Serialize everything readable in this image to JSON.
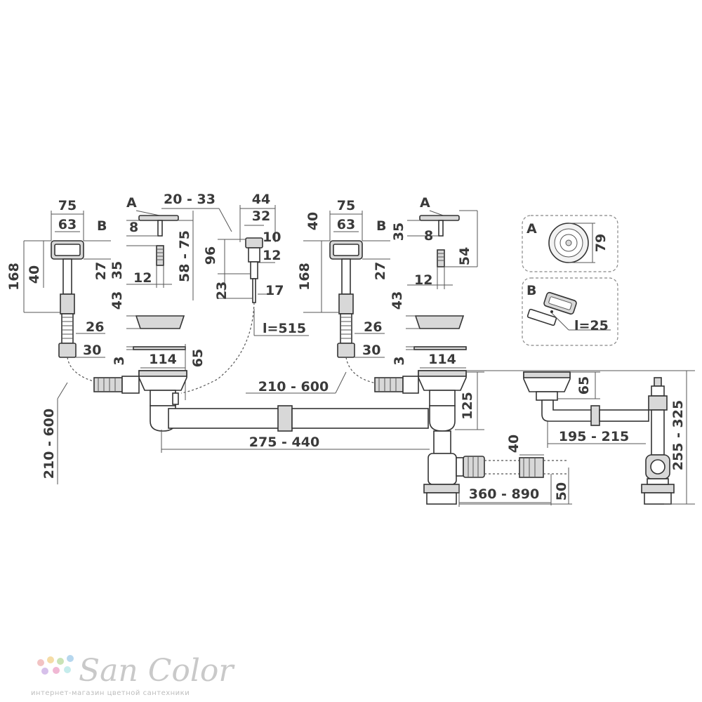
{
  "diagram": {
    "left_bowl": {
      "dim_overflow_width_outer": "75",
      "dim_overflow_width_inner": "63",
      "label_overflow": "B",
      "dim_overflow_height_total": "168",
      "dim_overflow_height": "40",
      "dim_overflow_27": "27",
      "dim_overflow_35": "35",
      "dim_hose_26": "26",
      "dim_hose_30": "30",
      "dim_hose_length": "210 - 600",
      "label_plug": "A",
      "dim_plug_8": "8",
      "dim_screw_12": "12",
      "dim_screw_range": "58 - 75",
      "dim_strainer_43": "43",
      "dim_gasket_3": "3",
      "dim_drain_114": "114",
      "dim_drain_65": "65"
    },
    "popup": {
      "dim_range": "20 - 33",
      "dim_44": "44",
      "dim_32": "32",
      "dim_10": "10",
      "dim_96": "96",
      "dim_12": "12",
      "dim_23": "23",
      "dim_17": "17",
      "dim_cable": "l=515"
    },
    "right_bowl": {
      "dim_40": "40",
      "dim_overflow_width_outer": "75",
      "dim_overflow_width_inner": "63",
      "label_overflow": "B",
      "dim_overflow_height_total": "168",
      "dim_overflow_27": "27",
      "dim_overflow_35": "35",
      "label_plug": "A",
      "dim_plug_8": "8",
      "dim_screw_54": "54",
      "dim_screw_12": "12",
      "dim_strainer_43": "43",
      "dim_hose_26": "26",
      "dim_hose_30": "30",
      "dim_gasket_3": "3",
      "dim_drain_114": "114",
      "dim_hose_length": "210 - 600"
    },
    "pipes": {
      "dim_connector": "275 - 440",
      "dim_drop_125": "125",
      "dim_outlet_40": "40",
      "dim_outlet_range": "360 - 890",
      "dim_outlet_50": "50"
    },
    "side_view": {
      "dim_65": "65",
      "dim_horizontal": "195 - 215",
      "dim_height": "255 - 325"
    },
    "detail_a": {
      "label": "A",
      "dim": "79"
    },
    "detail_b": {
      "label": "B",
      "dim": "l=25"
    }
  },
  "watermark": {
    "brand": "San Color",
    "tagline": "интернет-магазин цветной сантехники",
    "dot_colors": [
      "#f2c3c3",
      "#f5dca6",
      "#c9e3b6",
      "#b6d7ee",
      "#d6c0ea",
      "#f0b8d4",
      "#c5ecec"
    ]
  }
}
